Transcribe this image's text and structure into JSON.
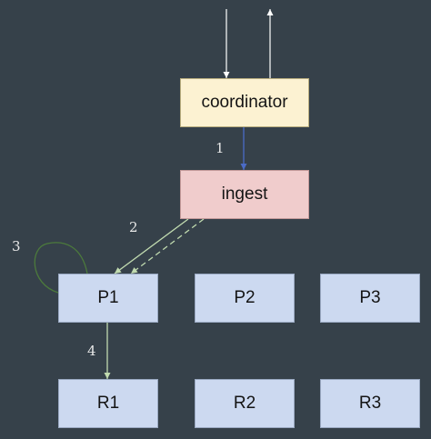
{
  "colors": {
    "background": "#36414a",
    "coordinator_fill": "#fcf2d2",
    "ingest_fill": "#f0cccc",
    "worker_fill": "#ccd9f0",
    "external_arrow": "#ffffff",
    "edge_blue": "#4b6bc7",
    "edge_green": "#c1dbb0",
    "self_loop": "#4c7a3c"
  },
  "nodes": {
    "coordinator": "coordinator",
    "ingest": "ingest",
    "p1": "P1",
    "p2": "P2",
    "p3": "P3",
    "r1": "R1",
    "r2": "R2",
    "r3": "R3"
  },
  "edge_labels": {
    "coordinator_to_ingest": "1",
    "ingest_to_p1": "2",
    "p1_self_loop": "3",
    "p1_to_r1": "4"
  }
}
